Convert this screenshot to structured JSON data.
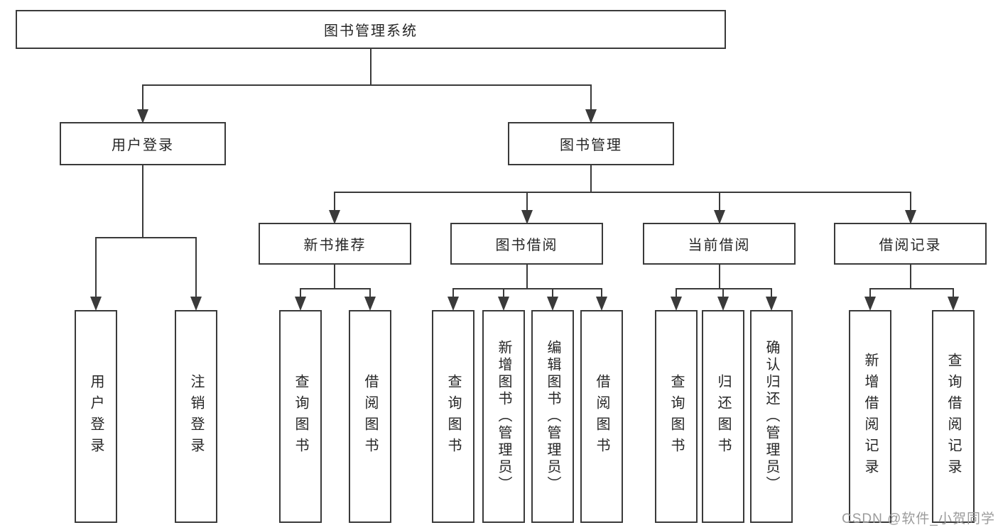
{
  "diagram_type": "hierarchy",
  "colors": {
    "background": "#ffffff",
    "line": "#3a3a3a",
    "node_border": "#3a3a3a",
    "node_text": "#262626",
    "watermark": "#9b9b9b"
  },
  "tree": {
    "root": {
      "label": "图书管理系统",
      "children": [
        {
          "label": "用户登录",
          "children": [
            {
              "label": "用户登录"
            },
            {
              "label": "注销登录"
            }
          ]
        },
        {
          "label": "图书管理",
          "children": [
            {
              "label": "新书推荐",
              "children": [
                {
                  "label": "查询图书"
                },
                {
                  "label": "借阅图书"
                }
              ]
            },
            {
              "label": "图书借阅",
              "children": [
                {
                  "label": "查询图书"
                },
                {
                  "label": "新增图书（管理员）"
                },
                {
                  "label": "编辑图书（管理员）"
                },
                {
                  "label": "借阅图书"
                }
              ]
            },
            {
              "label": "当前借阅",
              "children": [
                {
                  "label": "查询图书"
                },
                {
                  "label": "归还图书"
                },
                {
                  "label": "确认归还（管理员）"
                }
              ]
            },
            {
              "label": "借阅记录",
              "children": [
                {
                  "label": "新增借阅记录"
                },
                {
                  "label": "查询借阅记录"
                }
              ]
            }
          ]
        }
      ]
    }
  },
  "watermark": {
    "text": "CSDN @软件_小贺同学"
  }
}
